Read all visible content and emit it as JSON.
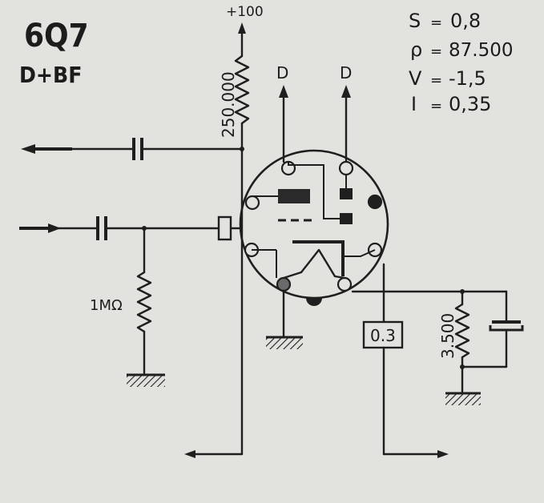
{
  "tube": {
    "type": "6Q7",
    "function": "D+BF"
  },
  "supply": {
    "label": "+100"
  },
  "plate_resistor": {
    "value": "250.000"
  },
  "grid_resistor": {
    "value": "1MΩ"
  },
  "cathode_resistor": {
    "value": "3.500"
  },
  "heater_current": {
    "value": "0.3"
  },
  "diode_outputs": [
    {
      "label": "D"
    },
    {
      "label": "D"
    }
  ],
  "parameters": [
    {
      "symbol": "S",
      "value": "0,8"
    },
    {
      "symbol": "ρ",
      "value": "87.500"
    },
    {
      "symbol": "V",
      "value": "-1,5"
    },
    {
      "symbol": "I",
      "value": "0,35"
    }
  ],
  "colors": {
    "ink": "#1f1f1f",
    "paper": "#e2e2de"
  }
}
